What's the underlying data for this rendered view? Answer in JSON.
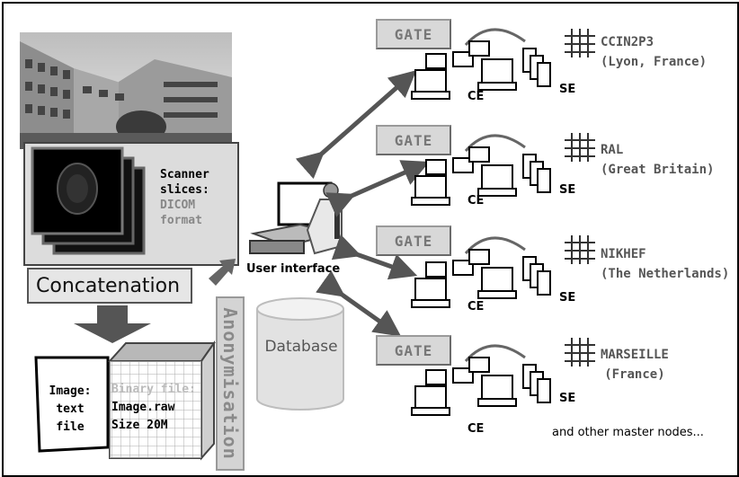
{
  "gates": [
    "GATE",
    "GATE",
    "GATE",
    "GATE"
  ],
  "sites": [
    {
      "name": "CCIN2P3",
      "location": "(Lyon, France)"
    },
    {
      "name": "RAL",
      "location": "(Great Britain)"
    },
    {
      "name": "NIKHEF",
      "location": "(The Netherlands)"
    },
    {
      "name": "MARSEILLE",
      "location": "(France)"
    }
  ],
  "ce_label": "CE",
  "se_label": "SE",
  "user_interface": "User interface",
  "database": "Database",
  "anonymisation": "Anonymisation",
  "concatenation": "Concatenation",
  "scanner": {
    "line1": "Scanner",
    "line2": "slices:",
    "line3": "DICOM",
    "line4": "format"
  },
  "image_text": {
    "line1": "Image:",
    "line2": "text",
    "line3": "file"
  },
  "binary": {
    "line1": "Binary file:",
    "line2": "Image.raw",
    "line3": "Size 20M"
  },
  "other_nodes": "and other master nodes..."
}
